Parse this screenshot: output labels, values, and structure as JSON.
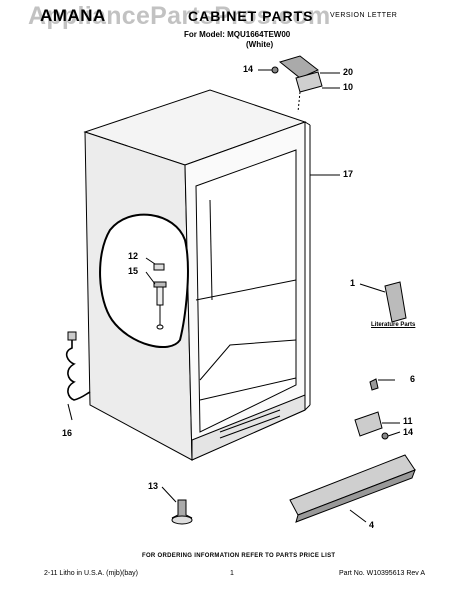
{
  "header": {
    "watermark": "AppliancePartsPros.com",
    "brand": "AMANA",
    "title": "CABINET PARTS",
    "version_label": "VERSION LETTER",
    "model_line": "For Model: MQU1664TEW00",
    "color_line": "(White)"
  },
  "callouts": {
    "c14a": "14",
    "c20": "20",
    "c10": "10",
    "c17": "17",
    "c12": "12",
    "c15": "15",
    "c1": "1",
    "c6": "6",
    "c11": "11",
    "c14b": "14",
    "c16": "16",
    "c13": "13",
    "c4": "4"
  },
  "literature_label": "Literature Parts",
  "footer": {
    "order_note": "FOR ORDERING INFORMATION REFER TO PARTS PRICE LIST",
    "litho": "2-11 Litho in U.S.A. (mjb)(bay)",
    "page": "1",
    "part_no": "Part No. W10395613 Rev A"
  }
}
